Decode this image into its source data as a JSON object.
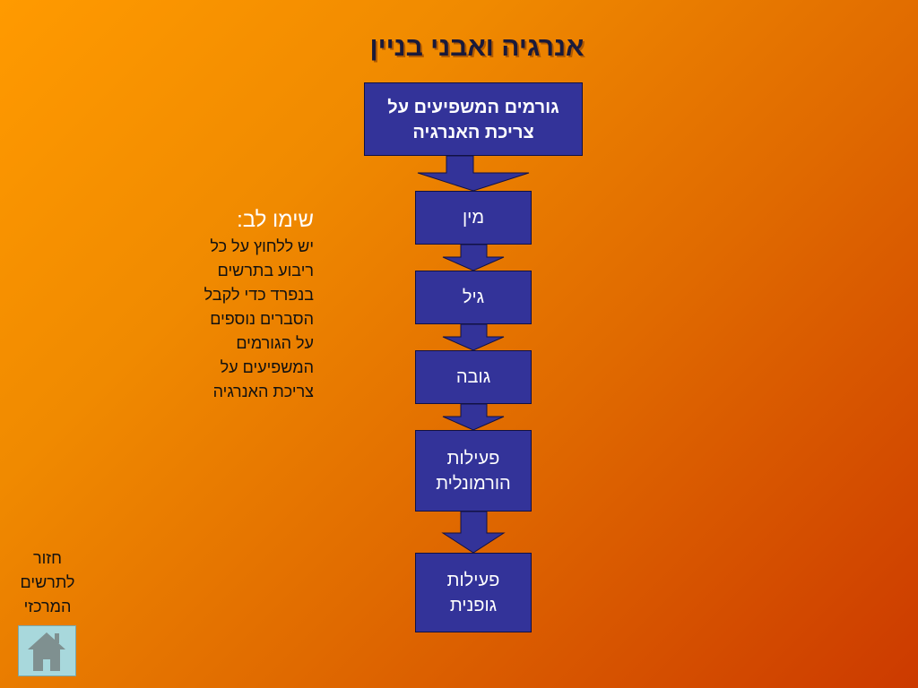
{
  "slide": {
    "title": "אנרגיה ואבני בניין"
  },
  "flow": {
    "top": "גורמים המשפיעים על\nצריכת האנרגיה",
    "items": [
      "מין",
      "גיל",
      "גובה",
      "פעילות\nהורמונלית",
      "פעילות\nגופנית"
    ]
  },
  "note": {
    "heading": "שימו לב:",
    "body": "יש ללחוץ על כל\nריבוע בתרשים\nבנפרד כדי לקבל\nהסברים נוספים\nעל הגורמים\nהמשפיעים על\nצריכת האנרגיה"
  },
  "nav": {
    "back_label": "חזור\nלתרשים\nהמרכזי",
    "home_icon": "home-icon"
  },
  "colors": {
    "box_fill": "#333399",
    "box_text": "#ffffff",
    "background_start": "#ff9a00",
    "background_end": "#cc3a00"
  }
}
